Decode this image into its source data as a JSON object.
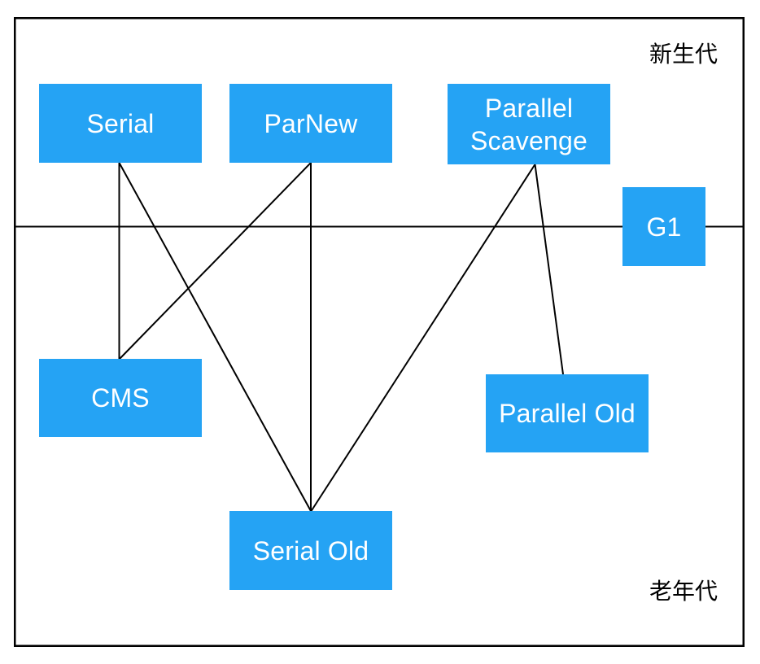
{
  "diagram": {
    "regions": {
      "young": {
        "label": "新生代"
      },
      "old": {
        "label": "老年代"
      }
    },
    "nodes": {
      "serial": {
        "label": "Serial"
      },
      "parnew": {
        "label": "ParNew"
      },
      "parallel_scavenge": {
        "label": "Parallel Scavenge"
      },
      "g1": {
        "label": "G1"
      },
      "cms": {
        "label": "CMS"
      },
      "parallel_old": {
        "label": "Parallel Old"
      },
      "serial_old": {
        "label": "Serial Old"
      }
    },
    "edges": [
      {
        "from": "serial",
        "to": "cms"
      },
      {
        "from": "serial",
        "to": "serial_old"
      },
      {
        "from": "parnew",
        "to": "cms"
      },
      {
        "from": "parnew",
        "to": "serial_old"
      },
      {
        "from": "parallel_scavenge",
        "to": "serial_old"
      },
      {
        "from": "parallel_scavenge",
        "to": "parallel_old"
      }
    ],
    "colors": {
      "node_fill": "#25A3F4",
      "node_text": "#FFFFFF",
      "line": "#000000",
      "region_text": "#000000",
      "background": "#FFFFFF"
    }
  }
}
